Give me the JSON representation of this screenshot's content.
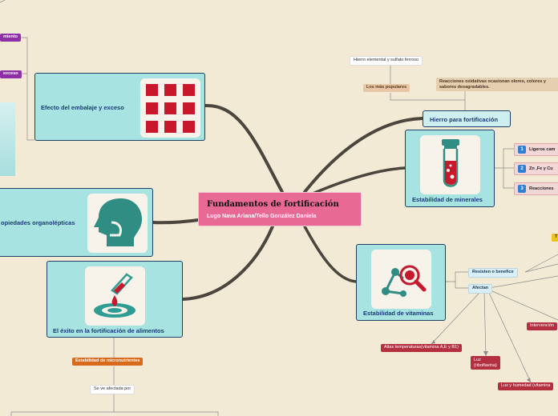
{
  "central": {
    "title": "Fundamentos de fortificación",
    "subtitle": "Lugo Nava Ariana/Tello González Daniela"
  },
  "cards": {
    "embalaje": "Efecto del embalaje y exceso",
    "organolepticas": "opiedades organolépticas",
    "exito": "El éxito en la fortificación de alimentos",
    "hierro": "Hierro para fortificación",
    "minerales": "Estabilidad de minerales",
    "vitaminas": "Estabilidad de vitaminas"
  },
  "chips": {
    "miento": "miento",
    "exceso": "exceso",
    "hierro_elemental": "Hierro elemental y sulfato ferroso",
    "mas_populares": "Los más populares",
    "reacciones_oxidativas": "Reacciones oxidativas ocasionan olores, colores y sabores desagradables.",
    "ligeros": "Ligeros cam",
    "zn": "Zn ,Fe y Cu",
    "reacciones": "Reacciones",
    "resisten": "Resisten o benefice",
    "afectan": "Afectan",
    "altas_temp": "Altas temperaturas(vitamina A,E y B1)",
    "luz_line1": "Luz",
    "luz_line2": "(riboflavina)",
    "luz_humedad": "Luz y humedad (vitamina",
    "intervencion": "Intervención",
    "t": "T",
    "estabilidad_micro": "Estabilidad de micronutrientes",
    "se_ve_afectada": "Se ve afectada por"
  },
  "numbers": [
    "1",
    "2",
    "3"
  ],
  "colors": {
    "background": "#f3ead6",
    "card": "#a7e3e1",
    "central": "#e86a94",
    "branch": "#4a463d"
  },
  "icons": [
    "grid-icon",
    "head-profile-icon",
    "dropper-icon",
    "test-tube-icon",
    "molecule-search-icon"
  ]
}
